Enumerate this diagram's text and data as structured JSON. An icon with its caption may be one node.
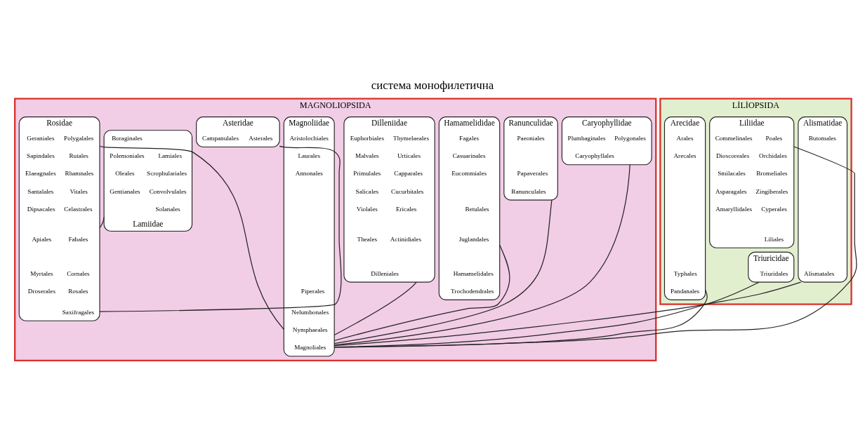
{
  "diagram": {
    "title": "система монофилетична",
    "nodes": [
      {
        "text": [
          "MAGNOLIOPSIDA"
        ]
      },
      {
        "text": [
          "Caryophyllidae"
        ],
        "in": 0
      },
      {
        "text": [
          "Polygonales"
        ],
        "in": 1
      },
      {
        "text": [
          "Plumbaginales"
        ],
        "in": 1
      },
      {
        "text": [
          "Caryophyllales"
        ],
        "in": 1
      },
      {
        "text": [
          "Ranunculidae"
        ],
        "in": 0
      },
      {
        "text": [
          "Papaverales"
        ],
        "in": 5
      },
      {
        "text": [
          "Paeoniales"
        ],
        "in": 5
      },
      {
        "text": [
          "Ranunculales"
        ],
        "in": 5
      },
      {
        "text": [
          "Hamamelididae"
        ],
        "in": 0
      },
      {
        "text": [
          "Betulales"
        ],
        "in": 9
      },
      {
        "text": [
          "Fagales"
        ],
        "in": 9
      },
      {
        "text": [
          "Juglandales"
        ],
        "in": 9
      },
      {
        "text": [
          "Casuarinales"
        ],
        "in": 9
      },
      {
        "text": [
          "Hamamelidales"
        ],
        "in": 9
      },
      {
        "text": [
          "Eucommiales"
        ],
        "in": 9
      },
      {
        "text": [
          "Trochodendrales"
        ],
        "in": 9
      },
      {
        "text": [
          "Dilleniidae"
        ],
        "in": 0
      },
      {
        "text": [
          "Thymelaeales"
        ],
        "in": 17
      },
      {
        "text": [
          "Euphorbiales"
        ],
        "in": 17
      },
      {
        "text": [
          "Urticales"
        ],
        "in": 17
      },
      {
        "text": [
          "Malvales"
        ],
        "in": 17
      },
      {
        "text": [
          "Capparales"
        ],
        "in": 17
      },
      {
        "text": [
          "Primulales"
        ],
        "in": 17
      },
      {
        "text": [
          "Cucurbitales"
        ],
        "in": 17
      },
      {
        "text": [
          "Salicales"
        ],
        "in": 17
      },
      {
        "text": [
          "Ericales"
        ],
        "in": 17
      },
      {
        "text": [
          "Violales"
        ],
        "in": 17
      },
      {
        "text": [
          "Actinidiales"
        ],
        "in": 17
      },
      {
        "text": [
          "Theales"
        ],
        "in": 17
      },
      {
        "text": [
          "Dilleniales"
        ],
        "in": 17
      },
      {
        "text": [
          "Magnoliidae"
        ],
        "in": 0
      },
      {
        "text": [
          "Piperales"
        ],
        "in": 31
      },
      {
        "text": [
          "Aristolochiales"
        ],
        "in": 31
      },
      {
        "text": [
          "Nelumbonales"
        ],
        "in": 31
      },
      {
        "text": [
          "Laurales"
        ],
        "in": 31
      },
      {
        "text": [
          "Nymphaeales"
        ],
        "in": 31
      },
      {
        "text": [
          "Annonales"
        ],
        "in": 31
      },
      {
        "text": [
          "Magnoliales"
        ],
        "in": 31
      },
      {
        "text": [
          "Rosidae"
        ],
        "in": 0
      },
      {
        "text": [
          "Polygalales"
        ],
        "in": 39
      },
      {
        "text": [
          "Geraniales"
        ],
        "in": 39
      },
      {
        "text": [
          "Rutales"
        ],
        "in": 39
      },
      {
        "text": [
          "Sapindales"
        ],
        "in": 39
      },
      {
        "text": [
          "Rhamnales"
        ],
        "in": 39
      },
      {
        "text": [
          "Elaeagnales"
        ],
        "in": 39
      },
      {
        "text": [
          "Vitales"
        ],
        "in": 39
      },
      {
        "text": [
          "Santalales"
        ],
        "in": 39
      },
      {
        "text": [
          "Celastrales"
        ],
        "in": 39
      },
      {
        "text": [
          "Dipsacales"
        ],
        "in": 39
      },
      {
        "text": [
          "Fabales"
        ],
        "in": 39
      },
      {
        "text": [
          "Apiales"
        ],
        "in": 39
      },
      {
        "text": [
          "Cornales"
        ],
        "in": 39
      },
      {
        "text": [
          "Myrtales"
        ],
        "in": 39
      },
      {
        "text": [
          "Rosales"
        ],
        "in": 39
      },
      {
        "text": [
          "Droserales"
        ],
        "in": 39
      },
      {
        "text": [
          "Saxifragales"
        ],
        "in": 39
      },
      {
        "text": [
          "Asteridae"
        ],
        "in": 0
      },
      {
        "text": [
          "Asterales"
        ],
        "in": 57
      },
      {
        "text": [
          "Campanulales"
        ],
        "in": 57
      },
      {
        "text": [
          "Lamiidae"
        ],
        "in": 0
      },
      {
        "text": [
          "Lamiales"
        ],
        "in": 60
      },
      {
        "text": [
          "Boraginales"
        ],
        "in": 60
      },
      {
        "text": [
          "Scrophulariales"
        ],
        "in": 60
      },
      {
        "text": [
          "Polemoniales"
        ],
        "in": 60
      },
      {
        "text": [
          "Convolvulales"
        ],
        "in": 60
      },
      {
        "text": [
          "Oleales"
        ],
        "in": 60
      },
      {
        "text": [
          "Solanales"
        ],
        "in": 60
      },
      {
        "text": [
          "Gentianales"
        ],
        "in": 60
      },
      {
        "text": [
          "LİLİOPSIDA"
        ]
      },
      {
        "text": [
          "Liliidae"
        ],
        "in": 69
      },
      {
        "text": [
          "Poales"
        ],
        "in": 70
      },
      {
        "text": [
          "Commelinales"
        ],
        "in": 70
      },
      {
        "text": [
          "Orchidales"
        ],
        "in": 70
      },
      {
        "text": [
          "Dioscoreales"
        ],
        "in": 70
      },
      {
        "text": [
          "Bromeliales"
        ],
        "in": 70
      },
      {
        "text": [
          "Smilacales"
        ],
        "in": 70
      },
      {
        "text": [
          "Zingiberales"
        ],
        "in": 70
      },
      {
        "text": [
          "Asparagales"
        ],
        "in": 70
      },
      {
        "text": [
          "Cyperales"
        ],
        "in": 70
      },
      {
        "text": [
          "Amaryllidales"
        ],
        "in": 70
      },
      {
        "text": [
          "Liliales"
        ],
        "in": 70
      },
      {
        "text": [
          "Alismatidae"
        ],
        "in": 69
      },
      {
        "text": [
          "Alismatales"
        ],
        "in": 82
      },
      {
        "text": [
          "Butomales"
        ],
        "in": 82
      },
      {
        "text": [
          "Triuricidae"
        ],
        "in": 69
      },
      {
        "text": [
          "Triuridales"
        ],
        "in": 85
      },
      {
        "text": [
          "Arecidae"
        ],
        "in": 69
      },
      {
        "text": [
          "Typhales"
        ],
        "in": 87
      },
      {
        "text": [
          "Arales"
        ],
        "in": 87
      },
      {
        "text": [
          "Pandanales"
        ],
        "in": 87
      },
      {
        "text": [
          "Arecales"
        ],
        "in": 87
      }
    ],
    "edges": [
      {
        "from": 31,
        "to": 9,
        "arrow": "none"
      },
      {
        "from": 31,
        "to": 1,
        "arrow": "none"
      },
      {
        "from": 31,
        "to": 5,
        "arrow": "none"
      },
      {
        "from": 31,
        "to": 17,
        "arrow": "none"
      },
      {
        "from": 31,
        "to": 39,
        "arrow": "none"
      },
      {
        "from": 39,
        "to": 57,
        "arrow": "none"
      },
      {
        "from": 39,
        "to": 60,
        "arrow": "none"
      },
      {
        "from": 31,
        "to": 82,
        "arrow": "none"
      },
      {
        "from": 31,
        "to": 85,
        "arrow": "none"
      },
      {
        "from": 31,
        "to": 70,
        "arrow": "none"
      },
      {
        "from": 31,
        "to": 87,
        "arrow": "none"
      }
    ]
  }
}
